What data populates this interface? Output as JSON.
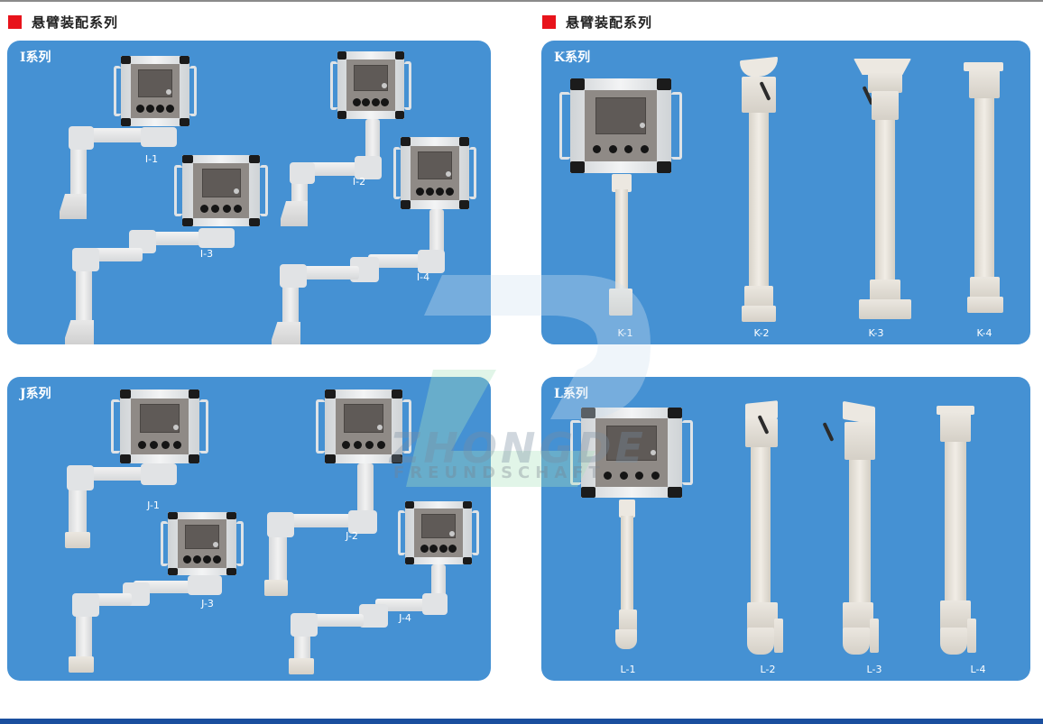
{
  "page": {
    "sections": [
      {
        "heading": "悬臂装配系列",
        "marker_color": "#e8131b"
      },
      {
        "heading": "悬臂装配系列",
        "marker_color": "#e8131b"
      }
    ],
    "panels": {
      "i_series": {
        "title": "I系列",
        "items": [
          "I-1",
          "I-2",
          "I-3",
          "I-4"
        ]
      },
      "k_series": {
        "title": "K系列",
        "items": [
          "K-1",
          "K-2",
          "K-3",
          "K-4"
        ]
      },
      "j_series": {
        "title": "J系列",
        "items": [
          "J-1",
          "J-2",
          "J-3",
          "J-4"
        ]
      },
      "l_series": {
        "title": "L系列",
        "items": [
          "L-1",
          "L-2",
          "L-3",
          "L-4"
        ]
      }
    },
    "watermark": {
      "brand": "ZHONGDE",
      "sub": "FREUNDSCHAFT"
    },
    "colors": {
      "panel_bg": "#4591d3",
      "accent_red": "#e8131b",
      "footer_bar": "#1a4f9e"
    }
  }
}
